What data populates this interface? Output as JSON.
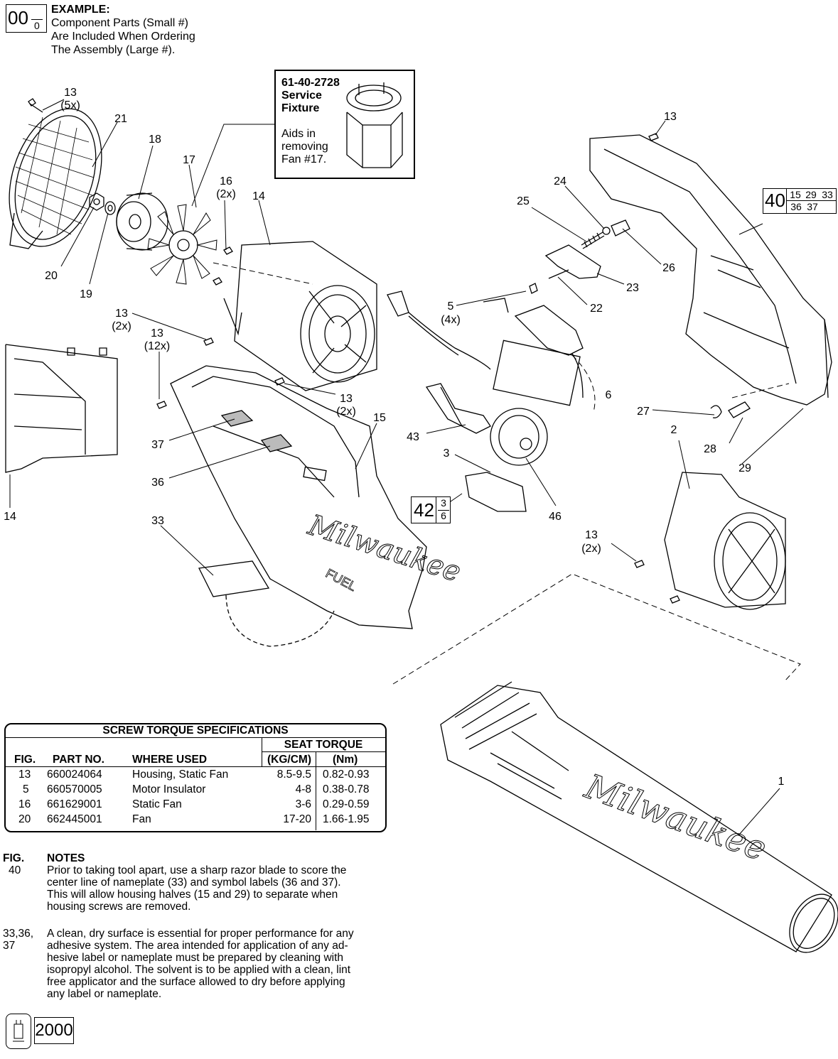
{
  "example": {
    "big_number": "00",
    "small_number": "0",
    "heading": "EXAMPLE:",
    "line1": "Component Parts (Small #)",
    "line2": "Are Included When Ordering",
    "line3": "The Assembly (Large #)."
  },
  "fixture": {
    "part_no": "61-40-2728",
    "title1": "Service",
    "title2": "Fixture",
    "desc1": "Aids in",
    "desc2": "removing",
    "desc3": "Fan #17."
  },
  "kits": [
    {
      "big": "40",
      "small": [
        "15",
        "29",
        "33",
        "36",
        "37"
      ]
    },
    {
      "big": "42",
      "small": [
        "3",
        "6"
      ]
    }
  ],
  "callouts": [
    {
      "id": "c13a",
      "label": "13"
    },
    {
      "id": "c5x",
      "label": "(5x)"
    },
    {
      "id": "c21",
      "label": "21"
    },
    {
      "id": "c18",
      "label": "18"
    },
    {
      "id": "c17",
      "label": "17"
    },
    {
      "id": "c16",
      "label": "16"
    },
    {
      "id": "c2xa",
      "label": "(2x)"
    },
    {
      "id": "c14a",
      "label": "14"
    },
    {
      "id": "c20",
      "label": "20"
    },
    {
      "id": "c19",
      "label": "19"
    },
    {
      "id": "c13b",
      "label": "13"
    },
    {
      "id": "c2xb",
      "label": "(2x)"
    },
    {
      "id": "c13c",
      "label": "13"
    },
    {
      "id": "c12x",
      "label": "(12x)"
    },
    {
      "id": "c13d",
      "label": "13"
    },
    {
      "id": "c2xc",
      "label": "(2x)"
    },
    {
      "id": "c37",
      "label": "37"
    },
    {
      "id": "c36",
      "label": "36"
    },
    {
      "id": "c15",
      "label": "15"
    },
    {
      "id": "c14b",
      "label": "14"
    },
    {
      "id": "c33",
      "label": "33"
    },
    {
      "id": "c13e",
      "label": "13"
    },
    {
      "id": "c24",
      "label": "24"
    },
    {
      "id": "c25",
      "label": "25"
    },
    {
      "id": "c26",
      "label": "26"
    },
    {
      "id": "c23",
      "label": "23"
    },
    {
      "id": "c22",
      "label": "22"
    },
    {
      "id": "c5",
      "label": "5"
    },
    {
      "id": "c4x",
      "label": "(4x)"
    },
    {
      "id": "c6",
      "label": "6"
    },
    {
      "id": "c43",
      "label": "43"
    },
    {
      "id": "c3",
      "label": "3"
    },
    {
      "id": "c46",
      "label": "46"
    },
    {
      "id": "c27",
      "label": "27"
    },
    {
      "id": "c2",
      "label": "2"
    },
    {
      "id": "c28",
      "label": "28"
    },
    {
      "id": "c29",
      "label": "29"
    },
    {
      "id": "c13f",
      "label": "13"
    },
    {
      "id": "c2xd",
      "label": "(2x)"
    },
    {
      "id": "c1",
      "label": "1"
    }
  ],
  "torque_table": {
    "title": "SCREW TORQUE SPECIFICATIONS",
    "seat_torque": "SEAT TORQUE",
    "headers": [
      "FIG.",
      "PART NO.",
      "WHERE USED",
      "(KG/CM)",
      "(Nm)"
    ],
    "rows": [
      [
        "13",
        "660024064",
        "Housing, Static Fan",
        "8.5-9.5",
        "0.82-0.93"
      ],
      [
        "5",
        "660570005",
        "Motor Insulator",
        "4-8",
        "0.38-0.78"
      ],
      [
        "16",
        "661629001",
        "Static Fan",
        "3-6",
        "0.29-0.59"
      ],
      [
        "20",
        "662445001",
        "Fan",
        "17-20",
        "1.66-1.95"
      ]
    ]
  },
  "notes": {
    "fig_header": "FIG.",
    "notes_header": "NOTES",
    "items": [
      {
        "fig": "40",
        "lines": [
          "Prior to taking tool apart, use a sharp razor blade to score the",
          "center line of nameplate (33) and symbol labels (36 and 37).",
          "This will allow housing halves (15 and 29) to separate when",
          "housing screws are removed."
        ]
      },
      {
        "fig": "33,36,",
        "fig2": "37",
        "lines": [
          "A clean, dry surface is essential for proper performance for any",
          "adhesive system. The area intended for application of any ad-",
          "hesive label or nameplate must be prepared by cleaning with",
          "isopropyl alcohol. The solvent is to be applied with a clean, lint",
          "free applicator and the surface allowed to dry before applying",
          "any label or nameplate."
        ]
      }
    ]
  },
  "brand": {
    "logo": "Milwaukee",
    "fuel": "FUEL"
  },
  "footer": {
    "page_number": "2000"
  }
}
